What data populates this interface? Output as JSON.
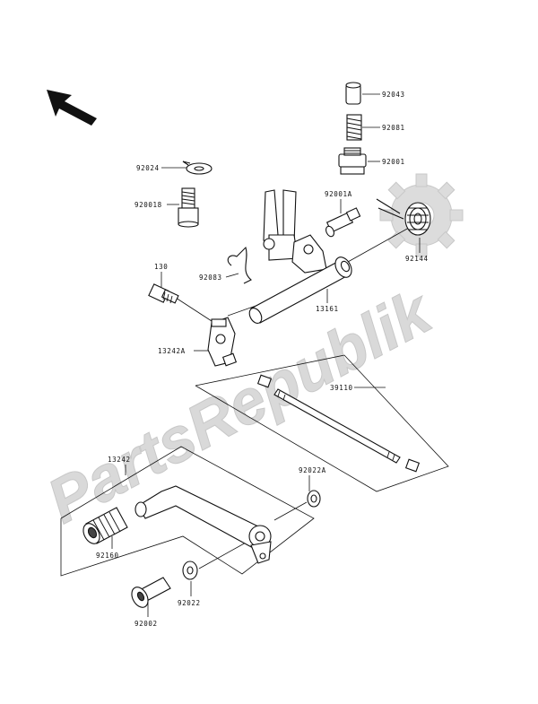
{
  "watermark": "PartsRepublik",
  "labels": {
    "p92043": "92043",
    "p92081": "92081",
    "p92001": "92001",
    "p92024": "92024",
    "p920018": "920018",
    "p92001A": "92001A",
    "p92083": "92083",
    "p130": "130",
    "p13161": "13161",
    "p92144": "92144",
    "p13242A": "13242A",
    "p39110": "39110",
    "p13242": "13242",
    "p92022A": "92022A",
    "p92160": "92160",
    "p92022": "92022",
    "p92002": "92002"
  },
  "icons": {
    "direction": "front-arrow-icon",
    "watermark_gear": "gear-icon"
  }
}
